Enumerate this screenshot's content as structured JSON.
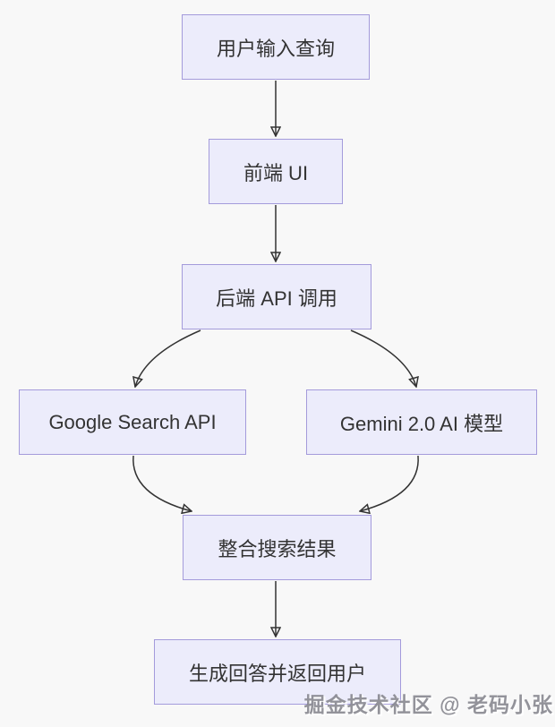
{
  "diagram": {
    "type": "flowchart",
    "direction": "top-down",
    "nodes": {
      "user_input": {
        "label": "用户输入查询"
      },
      "frontend_ui": {
        "label": "前端 UI"
      },
      "backend_api": {
        "label": "后端 API 调用"
      },
      "google_search": {
        "label": "Google Search API"
      },
      "gemini": {
        "label": "Gemini 2.0 AI 模型"
      },
      "merge_results": {
        "label": "整合搜索结果"
      },
      "generate": {
        "label": "生成回答并返回用户"
      }
    },
    "edges": [
      {
        "from": "用户输入查询",
        "to": "前端 UI"
      },
      {
        "from": "前端 UI",
        "to": "后端 API 调用"
      },
      {
        "from": "后端 API 调用",
        "to": "Google Search API"
      },
      {
        "from": "后端 API 调用",
        "to": "Gemini 2.0 AI 模型"
      },
      {
        "from": "Google Search API",
        "to": "整合搜索结果"
      },
      {
        "from": "Gemini 2.0 AI 模型",
        "to": "整合搜索结果"
      },
      {
        "from": "整合搜索结果",
        "to": "生成回答并返回用户"
      }
    ],
    "colors": {
      "node_fill": "#ECECFB",
      "node_border": "#A49BDB",
      "arrow": "#333333",
      "text": "#333333",
      "background": "#F8F8F8"
    }
  },
  "watermark": {
    "text": "掘金技术社区 @ 老码小张"
  }
}
